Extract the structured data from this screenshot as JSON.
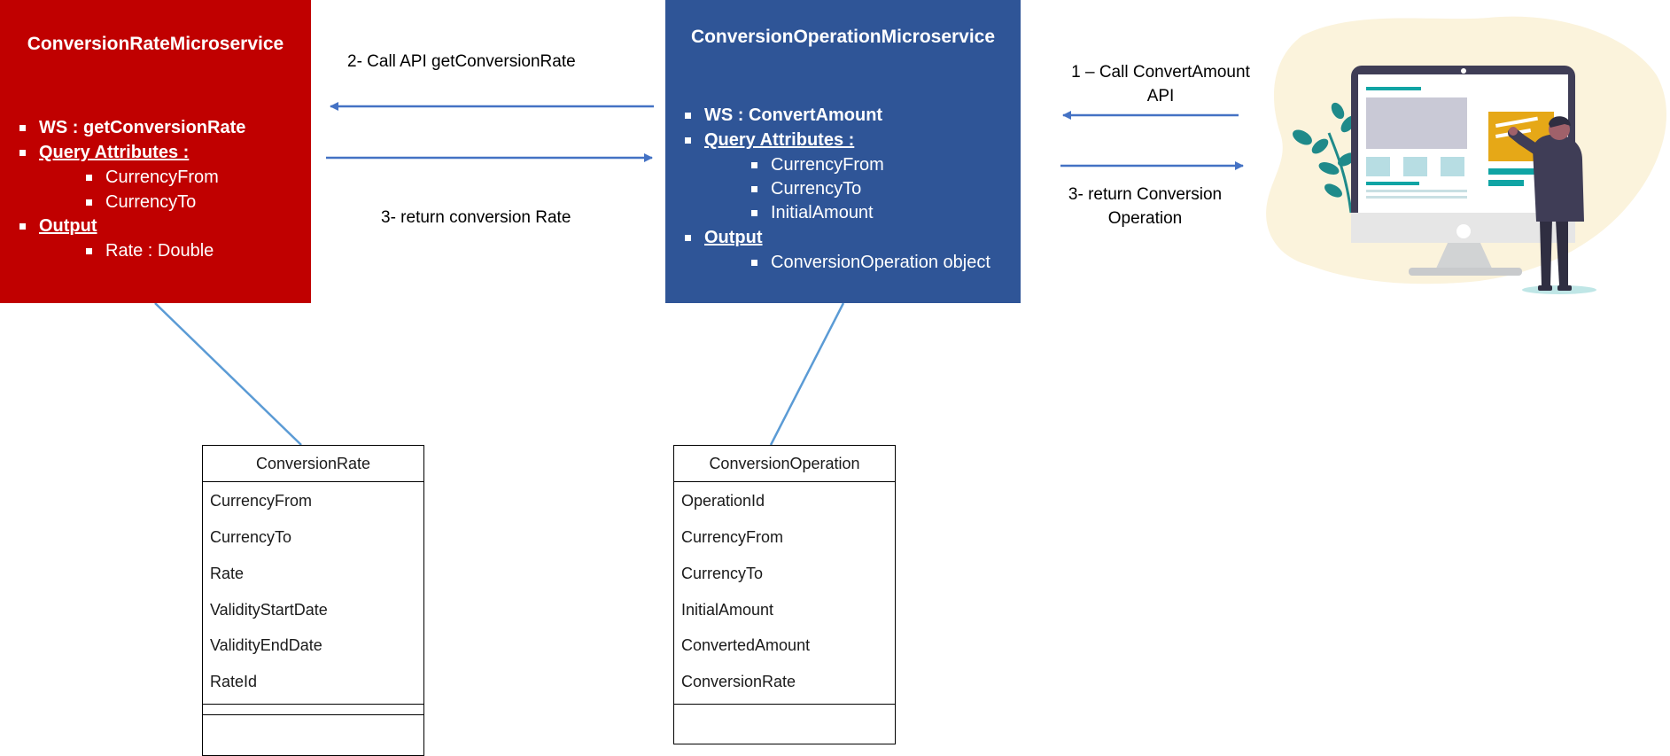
{
  "rate_service": {
    "title": "ConversionRateMicroservice",
    "bullets": [
      {
        "text": "WS : getConversionRate",
        "level": 1,
        "underline": false
      },
      {
        "text": "Query Attributes :",
        "level": 1,
        "underline": true
      },
      {
        "text": "CurrencyFrom",
        "level": 2
      },
      {
        "text": "CurrencyTo",
        "level": 2
      },
      {
        "text": "Output",
        "level": 1,
        "underline": true
      },
      {
        "text": "Rate : Double",
        "level": 2
      }
    ],
    "color": "#c00000"
  },
  "operation_service": {
    "title": "ConversionOperationMicroservice",
    "bullets": [
      {
        "text": "WS : ConvertAmount",
        "level": 1,
        "underline": false
      },
      {
        "text": "Query Attributes  :",
        "level": 1,
        "underline": true
      },
      {
        "text": "CurrencyFrom",
        "level": 2
      },
      {
        "text": "CurrencyTo",
        "level": 2
      },
      {
        "text": "InitialAmount",
        "level": 2
      },
      {
        "text": "Output",
        "level": 1,
        "underline": true
      },
      {
        "text": "ConversionOperation  object",
        "level": 2
      }
    ],
    "color": "#2f5597"
  },
  "arrows": {
    "call_rate": "2- Call API getConversionRate",
    "return_rate": "3- return conversion Rate",
    "call_convert_line1": "1 – Call ConvertAmount",
    "call_convert_line2": "API",
    "return_operation_line1": "3- return Conversion",
    "return_operation_line2": "Operation",
    "color": "#4472c4"
  },
  "rate_class": {
    "name": "ConversionRate",
    "attributes": [
      "CurrencyFrom",
      "CurrencyTo",
      "Rate",
      "ValidityStartDate",
      "ValidityEndDate",
      "RateId"
    ]
  },
  "operation_class": {
    "name": "ConversionOperation",
    "attributes": [
      "OperationId",
      "CurrencyFrom",
      "CurrencyTo",
      "InitialAmount",
      "ConvertedAmount",
      "ConversionRate"
    ]
  },
  "illustration": {
    "icon": "user-at-monitor-illustration",
    "colors": {
      "blob": "#fbf3dc",
      "monitor": "#3f3d56",
      "panel": "#e6a817",
      "accent": "#10a4a4",
      "plant": "#1f8a8a"
    }
  }
}
